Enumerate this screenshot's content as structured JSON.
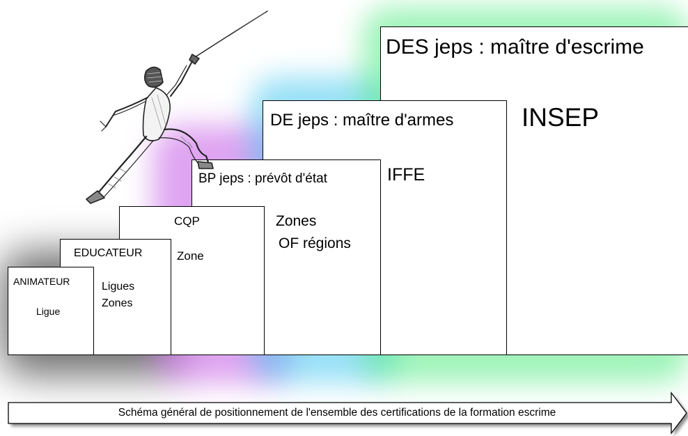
{
  "steps": [
    {
      "title": "ANIMATEUR",
      "sub": [
        "Ligue"
      ]
    },
    {
      "title": "EDUCATEUR",
      "sub": [
        "Ligues",
        "Zones"
      ]
    },
    {
      "title": "CQP",
      "sub": [
        "Zone"
      ]
    },
    {
      "title": "BP jeps : prévôt d'état",
      "sub": [
        "Zones",
        "OF régions"
      ]
    },
    {
      "title": "DE jeps : maître d'armes",
      "sub": [
        "IFFE"
      ]
    },
    {
      "title": "DES jeps : maître d'escrime",
      "sub": [
        "INSEP"
      ]
    }
  ],
  "caption": "Schéma général de positionnement de l'ensemble des certifications de la formation escrime",
  "illustration": "fencer-lunge-sketch"
}
